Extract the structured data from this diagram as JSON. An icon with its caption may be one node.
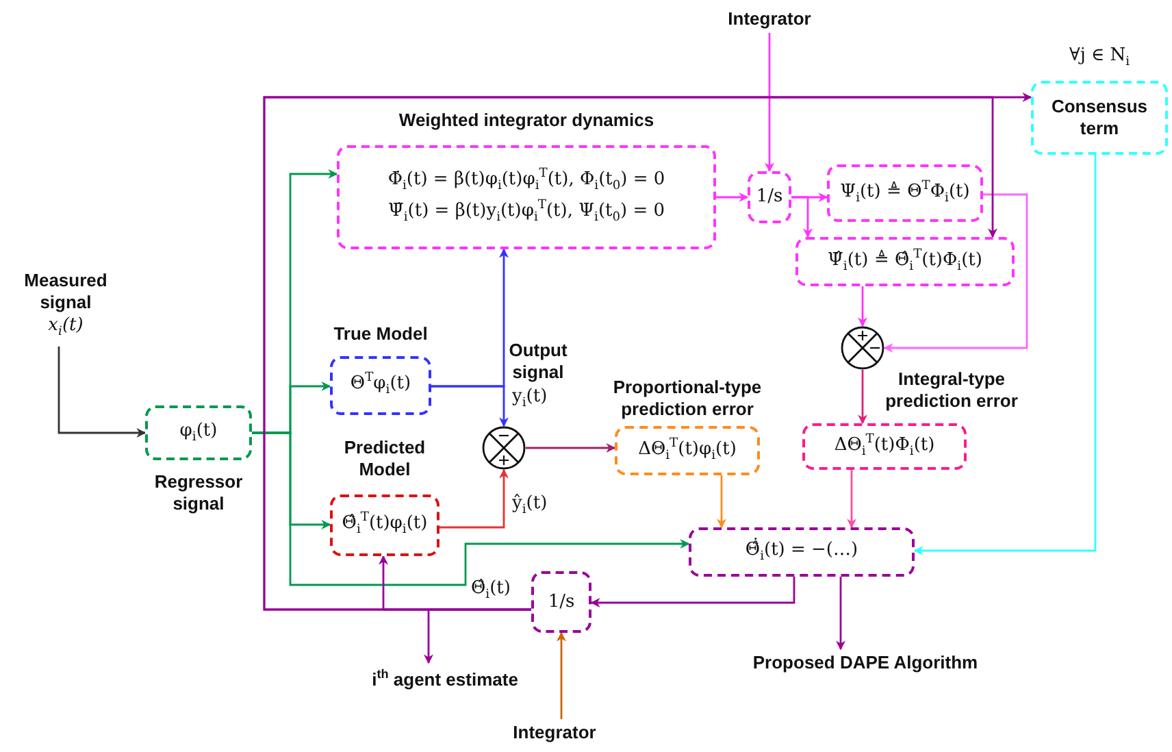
{
  "diagram": {
    "nodes": [
      {
        "text": [
          "Measured signal",
          "x$_{i}$(t)"
        ]
      },
      {
        "text": [
          "φ$_{i}$(t)"
        ],
        "beside": [
          "Regressor signal"
        ]
      },
      {
        "text": [
          "Weighted integrator dynamics",
          "Φ̇$_{i}$(t) = β(t)φ$_{i}$(t)φ$_{i}$$^{T}$(t),  Φ$_{i}$(t$_{0}$) = 0",
          "Ψ̇$_{i}$(t) = β(t)y$_{i}$(t)φ$_{i}$$^{T}$(t),  Ψ$_{i}$(t$_{0}$) = 0"
        ]
      },
      {
        "text": [
          "True Model",
          "Θ$^{T}$φ$_{i}$(t)"
        ]
      },
      {
        "text": [
          "Predicted Model",
          "Θ̂$_{i}$$^{T}$(t)φ$_{i}$(t)"
        ]
      },
      {
        "text": [],
        "shape": "circle"
      },
      {
        "text": [
          "Integrator"
        ]
      },
      {
        "text": [
          "1/s"
        ]
      },
      {
        "text": [
          "Ψ$_{i}$(t) ≜ Θ$^{T}$Φ$_{i}$(t)"
        ]
      },
      {
        "text": [
          "Ψ̂$_{i}$(t) ≜ Θ̂$_{i}$$^{T}$(t)Φ$_{i}$(t)"
        ]
      },
      {
        "text": [
          "Consensus term"
        ],
        "beside": [
          "∀j ∈ N$_{i}$"
        ]
      },
      {
        "text": [],
        "shape": "circle"
      },
      {
        "text": [
          "Proportional-type prediction error",
          "ΔΘ$_{i}$$^{T}$(t)φ$_{i}$(t)"
        ]
      },
      {
        "text": [
          "Integral-type prediction error",
          "ΔΘ$_{i}$$^{T}$(t)Φ$_{i}$(t)"
        ]
      },
      {
        "text": [
          "Θ̂̇$_{i}$(t) = −(…)"
        ]
      },
      {
        "text": [
          "1/s"
        ]
      },
      {
        "text": [
          "Proposed DAPE Algorithm"
        ]
      },
      {
        "text": [
          "i$^{th}$ agent estimate"
        ]
      },
      {
        "text": [
          "Integrator"
        ]
      }
    ],
    "edges": [
      {
        "from": 0,
        "to": 1,
        "arrow": "to",
        "color": "#333333"
      },
      {
        "from": 1,
        "to": 2,
        "arrow": "to",
        "color": "#00994d"
      },
      {
        "from": 1,
        "to": 3,
        "arrow": "to",
        "color": "#00994d"
      },
      {
        "from": 1,
        "to": 4,
        "arrow": "to",
        "color": "#00994d"
      },
      {
        "from": 1,
        "to": 14,
        "arrow": "to",
        "color": "#00994d"
      },
      {
        "from": 3,
        "to": 5,
        "arrow": "to",
        "color": "#3333ff"
      },
      {
        "from": 3,
        "to": 2,
        "arrow": "to",
        "color": "#3333ff"
      },
      {
        "from": 4,
        "to": 5,
        "arrow": "to",
        "color": "#e63333"
      },
      {
        "from": 5,
        "to": 12,
        "arrow": "to",
        "color": "#a0206a"
      },
      {
        "from": 2,
        "to": 7,
        "arrow": "to",
        "color": "#ff33ff"
      },
      {
        "from": 6,
        "to": 7,
        "arrow": "to",
        "color": "#ff33ff"
      },
      {
        "from": 7,
        "to": 8,
        "arrow": "to",
        "color": "#ff33ff"
      },
      {
        "from": 7,
        "to": 9,
        "arrow": "to",
        "color": "#ff33ff"
      },
      {
        "from": 9,
        "to": 11,
        "arrow": "to",
        "color": "#ff33ff"
      },
      {
        "from": 8,
        "to": 11,
        "arrow": "to",
        "color": "#ff66ff"
      },
      {
        "from": 11,
        "to": 13,
        "arrow": "to",
        "color": "#e0207a"
      },
      {
        "from": 12,
        "to": 14,
        "arrow": "to",
        "color": "#ff8c1a"
      },
      {
        "from": 13,
        "to": 14,
        "arrow": "to",
        "color": "#ff4da6"
      },
      {
        "from": 10,
        "to": 14,
        "arrow": "to",
        "color": "#33ffff"
      },
      {
        "from": 14,
        "to": 15,
        "arrow": "to",
        "color": "#990099"
      },
      {
        "from": 14,
        "to": 16,
        "arrow": "to",
        "color": "#990099"
      },
      {
        "from": 15,
        "to": 4,
        "arrow": "to",
        "color": "#990099"
      },
      {
        "from": 15,
        "to": 17,
        "arrow": "to",
        "color": "#990099"
      },
      {
        "from": 15,
        "to": 10,
        "arrow": "to",
        "color": "#990099"
      },
      {
        "from": 15,
        "to": 9,
        "arrow": "to",
        "color": "#990099"
      },
      {
        "from": 18,
        "to": 15,
        "arrow": "to",
        "color": "#cc6600"
      }
    ],
    "labels": [
      "Output signal",
      "y$_{i}$(t)",
      "ŷ$_{i}$(t)",
      "Θ̂$_{i}$(t)"
    ]
  }
}
